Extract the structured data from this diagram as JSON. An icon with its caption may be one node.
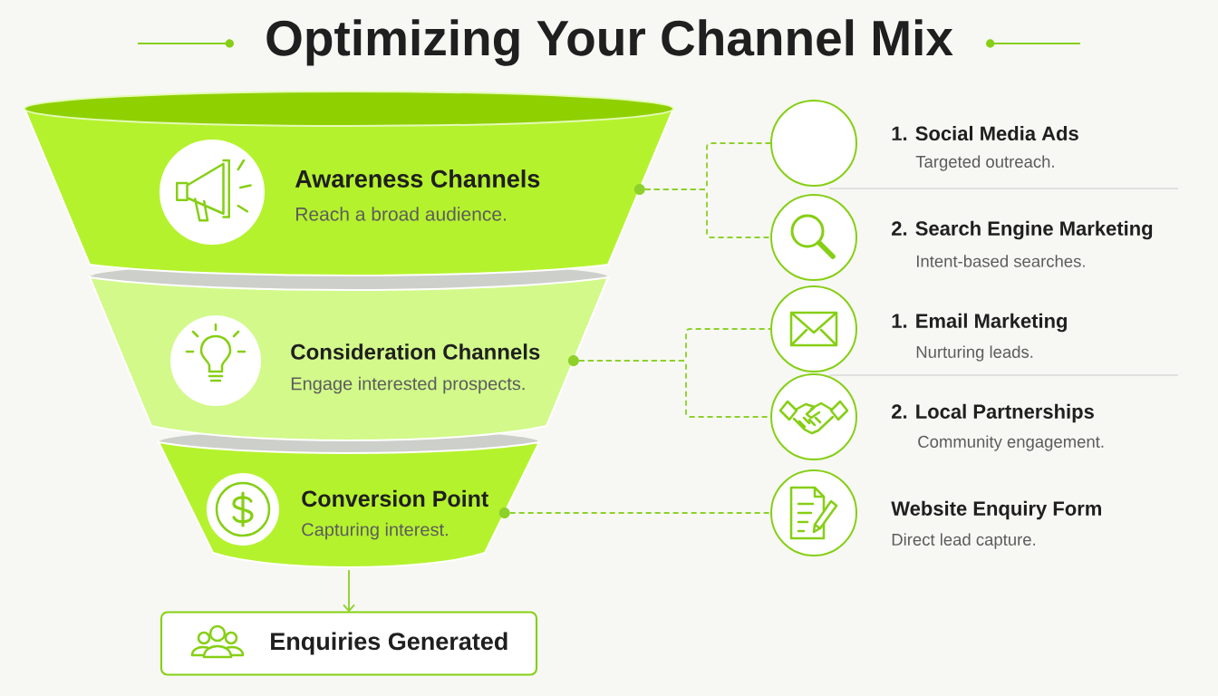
{
  "diagram": {
    "title": "Optimizing Your Channel Mix",
    "nodes": [
      {
        "text": [
          "Awareness Channels",
          "Reach a broad audience."
        ]
      },
      {
        "text": [
          "Consideration Channels",
          "Engage interested prospects."
        ]
      },
      {
        "text": [
          "Conversion Point",
          "Capturing interest."
        ]
      },
      {
        "text": [
          "Enquiries Generated"
        ]
      },
      {
        "text": [],
        "shape": "circle",
        "beside": [
          "1. Social Media Ads",
          "Targeted outreach."
        ]
      },
      {
        "text": [],
        "shape": "circle",
        "beside": [
          "2. Search Engine Marketing",
          "Intent-based searches."
        ]
      },
      {
        "text": [],
        "shape": "circle",
        "beside": [
          "1. Email Marketing",
          "Nurturing leads."
        ]
      },
      {
        "text": [],
        "shape": "circle",
        "beside": [
          "2. Local Partnerships",
          "Community engagement."
        ]
      },
      {
        "text": [],
        "shape": "circle",
        "beside": [
          "Website Enquiry Form",
          "Direct lead capture."
        ]
      }
    ],
    "edges": [
      {
        "from": 0,
        "to": 4,
        "arrow": "none",
        "style": "dashed"
      },
      {
        "from": 0,
        "to": 5,
        "arrow": "none",
        "style": "dashed"
      },
      {
        "from": 1,
        "to": 6,
        "arrow": "none",
        "style": "dashed"
      },
      {
        "from": 1,
        "to": 7,
        "arrow": "none",
        "style": "dashed"
      },
      {
        "from": 2,
        "to": 8,
        "arrow": "none",
        "style": "dashed"
      },
      {
        "from": 2,
        "to": 3,
        "arrow": "to"
      }
    ]
  }
}
